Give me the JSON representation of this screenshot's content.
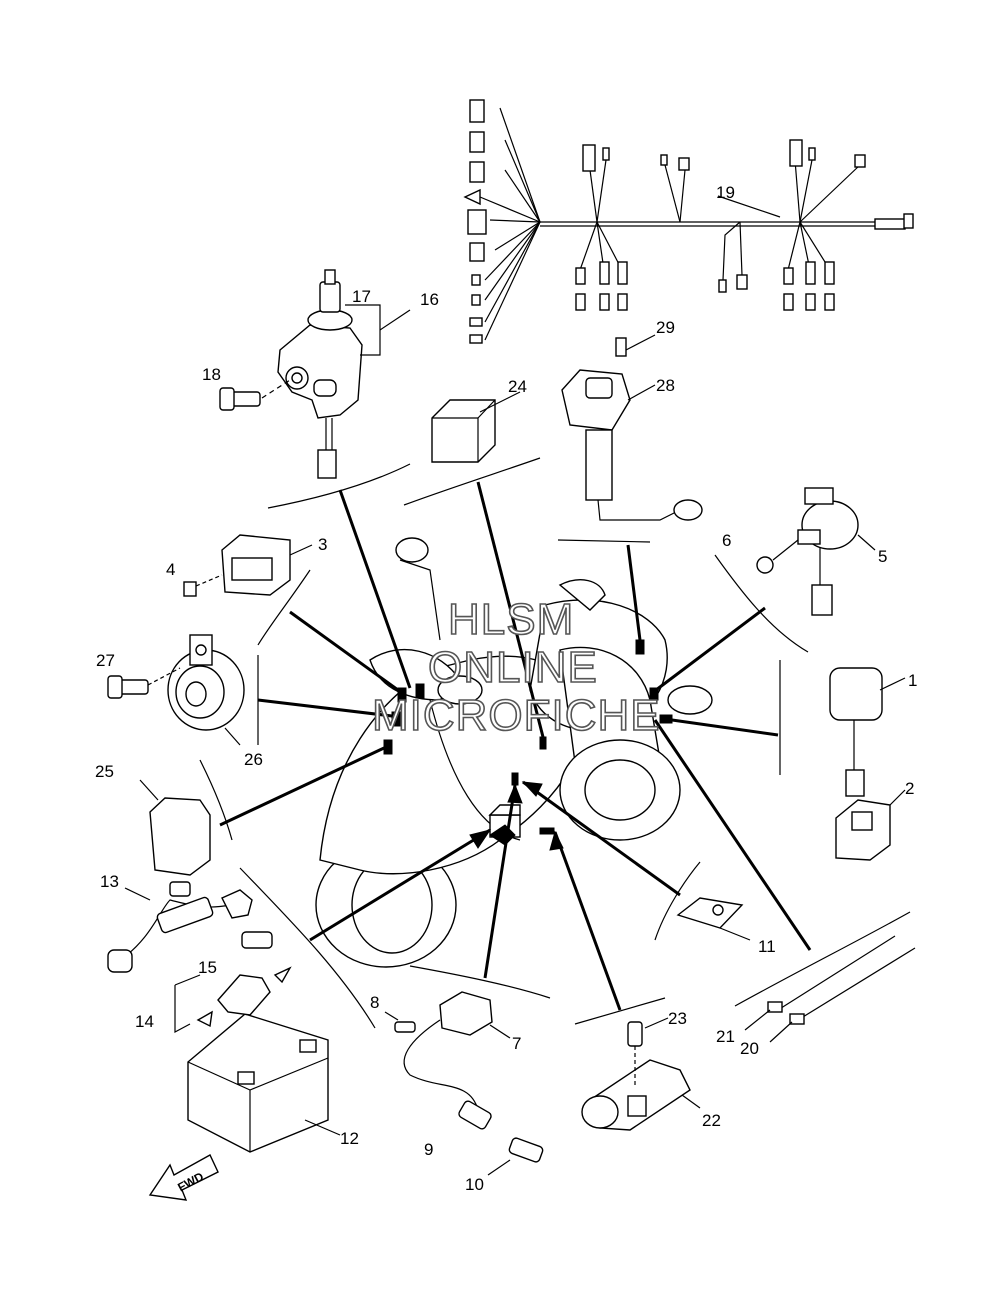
{
  "watermark": {
    "line1": "HLSM",
    "line2": "ONLINE",
    "line3": "MICROFICHE"
  },
  "fwd_label": "FWD",
  "callouts": [
    {
      "id": "1",
      "text": "1"
    },
    {
      "id": "2",
      "text": "2"
    },
    {
      "id": "3",
      "text": "3"
    },
    {
      "id": "4",
      "text": "4"
    },
    {
      "id": "5",
      "text": "5"
    },
    {
      "id": "6",
      "text": "6"
    },
    {
      "id": "7",
      "text": "7"
    },
    {
      "id": "8",
      "text": "8"
    },
    {
      "id": "9",
      "text": "9"
    },
    {
      "id": "10",
      "text": "10"
    },
    {
      "id": "11",
      "text": "11"
    },
    {
      "id": "12",
      "text": "12"
    },
    {
      "id": "13",
      "text": "13"
    },
    {
      "id": "14",
      "text": "14"
    },
    {
      "id": "15",
      "text": "15"
    },
    {
      "id": "16",
      "text": "16"
    },
    {
      "id": "17",
      "text": "17"
    },
    {
      "id": "18",
      "text": "18"
    },
    {
      "id": "19",
      "text": "19"
    },
    {
      "id": "20",
      "text": "20"
    },
    {
      "id": "21",
      "text": "21"
    },
    {
      "id": "22",
      "text": "22"
    },
    {
      "id": "23",
      "text": "23"
    },
    {
      "id": "24",
      "text": "24"
    },
    {
      "id": "25",
      "text": "25"
    },
    {
      "id": "26",
      "text": "26"
    },
    {
      "id": "27",
      "text": "27"
    },
    {
      "id": "28",
      "text": "28"
    },
    {
      "id": "29",
      "text": "29"
    }
  ],
  "colors": {
    "ink": "#000000",
    "paper": "#ffffff",
    "watermark_outline": "#555555"
  }
}
